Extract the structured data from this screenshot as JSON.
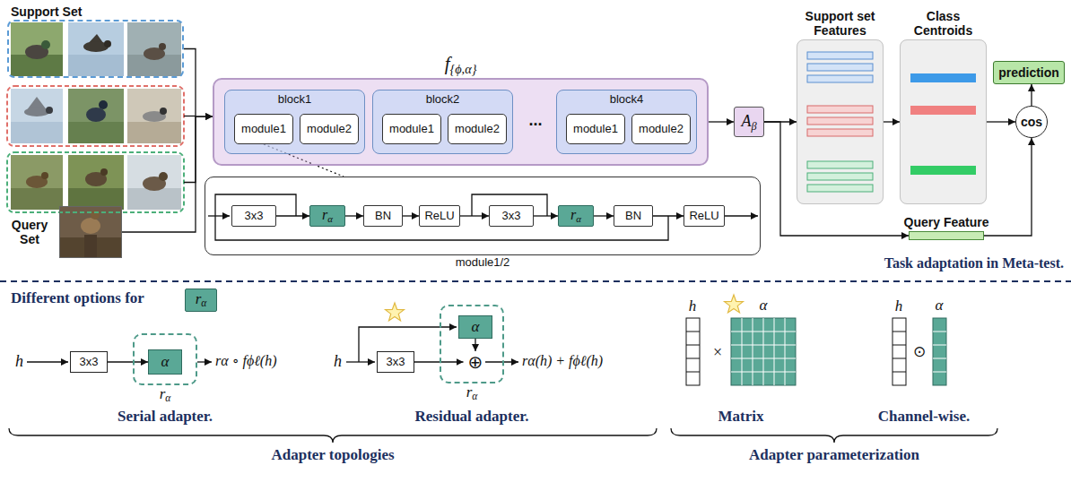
{
  "diagram": {
    "nodes": [
      {
        "text": [
          "Support Set"
        ]
      },
      {
        "text": [
          "Query Set"
        ]
      },
      {
        "text": [
          "f{ϕ,α}"
        ]
      },
      {
        "text": [
          "block1"
        ],
        "in": 2
      },
      {
        "text": [
          "module1"
        ],
        "in": 3
      },
      {
        "text": [
          "module2"
        ],
        "in": 3
      },
      {
        "text": [
          "block2"
        ],
        "in": 2
      },
      {
        "text": [
          "module1"
        ],
        "in": 6
      },
      {
        "text": [
          "module2"
        ],
        "in": 6
      },
      {
        "text": [
          "block4"
        ],
        "in": 2
      },
      {
        "text": [
          "module1"
        ],
        "in": 9
      },
      {
        "text": [
          "module2"
        ],
        "in": 9
      },
      {
        "text": [
          "Aβ"
        ]
      },
      {
        "text": [
          "Support set Features"
        ]
      },
      {
        "text": [
          "Class Centroids"
        ]
      },
      {
        "text": [
          "prediction"
        ]
      },
      {
        "text": [
          "cos"
        ]
      },
      {
        "text": [
          "module1/2"
        ]
      },
      {
        "text": [
          "3x3"
        ],
        "in": 17
      },
      {
        "text": [
          "rα"
        ],
        "in": 17
      },
      {
        "text": [
          "BN"
        ],
        "in": 17
      },
      {
        "text": [
          "ReLU"
        ],
        "in": 17
      },
      {
        "text": [
          "3x3"
        ],
        "in": 17
      },
      {
        "text": [
          "rα"
        ],
        "in": 17
      },
      {
        "text": [
          "BN"
        ],
        "in": 17
      },
      {
        "text": [
          "ReLU"
        ],
        "in": 17
      },
      {
        "text": [
          "Query Feature"
        ]
      },
      {
        "text": [
          "rα"
        ]
      },
      {
        "text": [
          "3x3"
        ]
      },
      {
        "text": [
          "rα"
        ]
      },
      {
        "text": [
          "α"
        ],
        "in": 29
      },
      {
        "text": [
          "3x3"
        ]
      },
      {
        "text": [
          "rα"
        ]
      },
      {
        "text": [
          "α"
        ],
        "in": 32
      },
      {
        "text": [
          "⊕"
        ],
        "in": 32
      }
    ],
    "edges": [
      {
        "from": 0,
        "to": 2,
        "arrow": "to"
      },
      {
        "from": 1,
        "to": 2,
        "arrow": "to"
      },
      {
        "from": 2,
        "to": 12,
        "arrow": "to"
      },
      {
        "from": 12,
        "to": 13,
        "arrow": "to"
      },
      {
        "from": 13,
        "to": 14,
        "arrow": "to"
      },
      {
        "from": 14,
        "to": 16,
        "arrow": "to"
      },
      {
        "from": 16,
        "to": 15,
        "arrow": "to"
      },
      {
        "from": 12,
        "to": 26,
        "arrow": "to"
      },
      {
        "from": 26,
        "to": 16,
        "arrow": "to"
      },
      {
        "from": 4,
        "to": 17,
        "arrow": "none"
      },
      {
        "from": 18,
        "to": 19,
        "arrow": "to"
      },
      {
        "from": 19,
        "to": 20,
        "arrow": "to"
      },
      {
        "from": 20,
        "to": 21,
        "arrow": "to"
      },
      {
        "from": 21,
        "to": 22,
        "arrow": "to"
      },
      {
        "from": 22,
        "to": 23,
        "arrow": "to"
      },
      {
        "from": 23,
        "to": 24,
        "arrow": "to"
      },
      {
        "from": 24,
        "to": 25,
        "arrow": "to"
      },
      {
        "from": 28,
        "to": 30,
        "arrow": "to"
      },
      {
        "from": 31,
        "to": 34,
        "arrow": "to"
      },
      {
        "from": 33,
        "to": 34,
        "arrow": "to"
      }
    ],
    "labels": [
      "Task adaptation in Meta-test.",
      "...",
      "Different options for",
      "h",
      "rα ∘ fϕℓ(h)",
      "Serial adapter.",
      "h",
      "rα(h) + fϕℓ(h)",
      "Residual adapter.",
      "Adapter topologies",
      "h",
      "×",
      "α",
      "Matrix",
      "h",
      "⊙",
      "α",
      "Channel-wise.",
      "Adapter parameterization"
    ]
  }
}
